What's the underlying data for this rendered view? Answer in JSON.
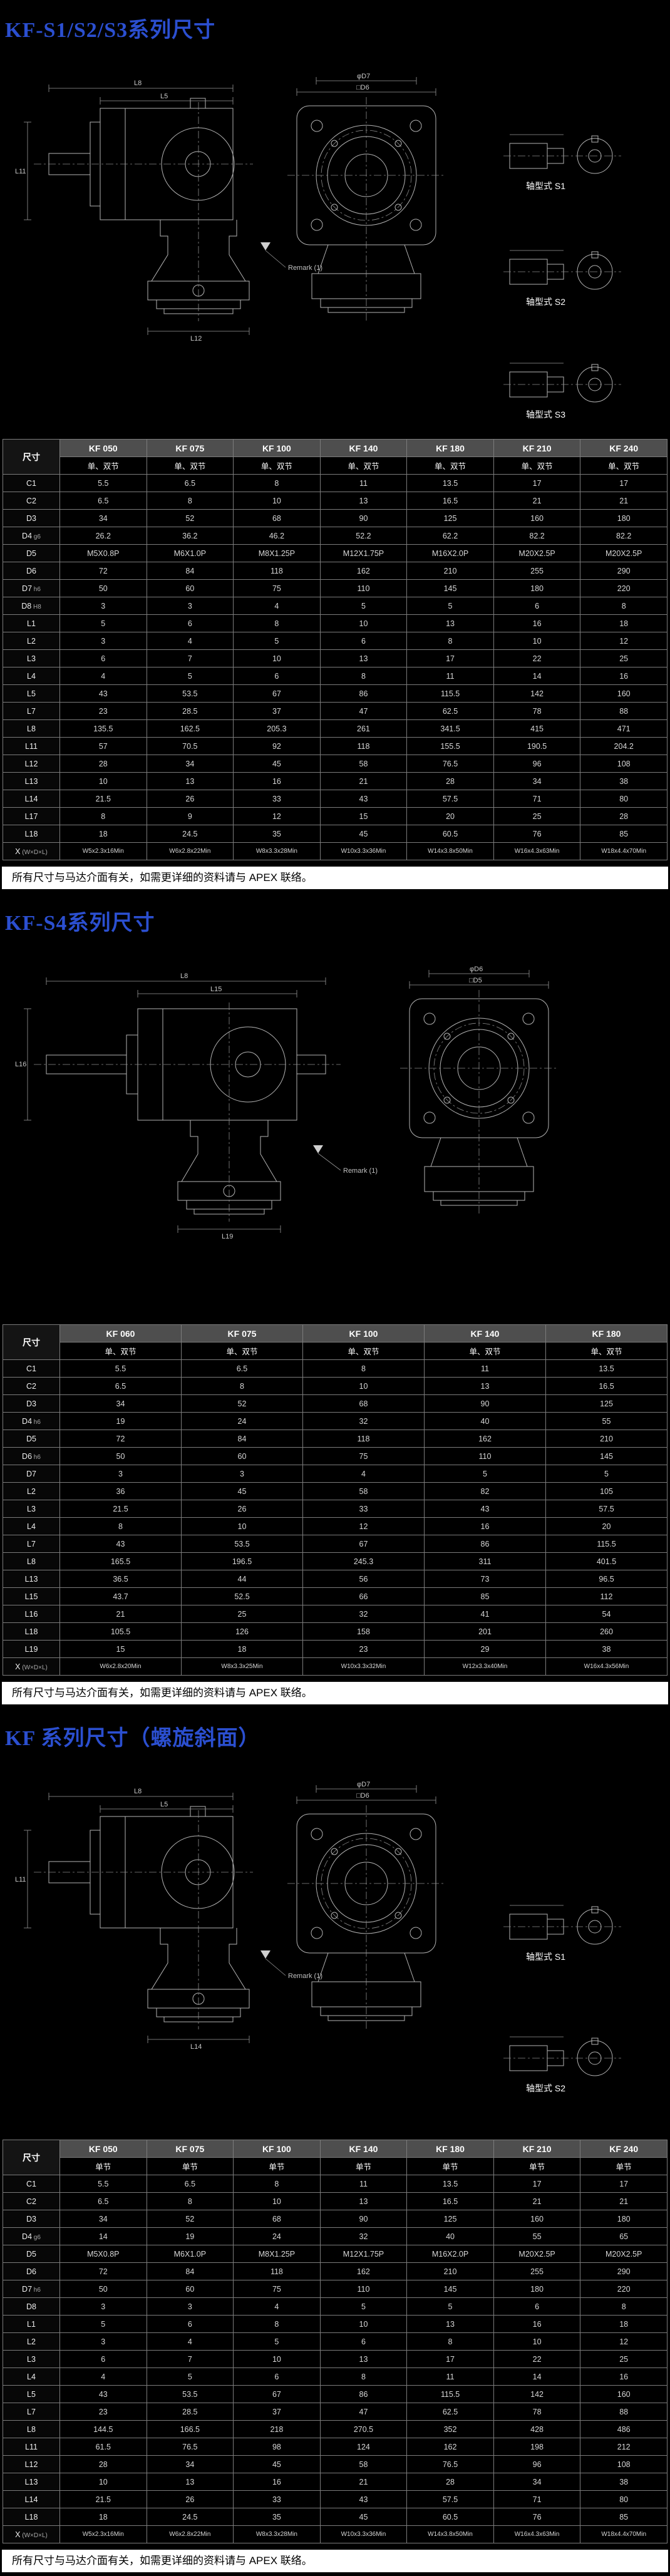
{
  "colors": {
    "page_bg": "#000000",
    "title_blue": "#2b4fd0",
    "note_bg": "#ffffff"
  },
  "sections": [
    {
      "title": "KF-S1/S2/S3系列尺寸",
      "note": "所有尺寸与马达介面有关，如需更详细的资料请与 APEX 联络。",
      "drawing": {
        "remark": "Remark (1)",
        "shaft_types": [
          "轴型式 S1",
          "轴型式 S2",
          "轴型式 S3"
        ],
        "dim_labels": [
          "L8",
          "L5",
          "L11",
          "L12",
          "□D6",
          "φD7"
        ]
      },
      "table": {
        "dim_header": "尺寸",
        "sub_header": "单、双节",
        "columns": [
          "KF 050",
          "KF 075",
          "KF 100",
          "KF 140",
          "KF 180",
          "KF 210",
          "KF 240"
        ],
        "rows": [
          {
            "label": "C1",
            "values": [
              "5.5",
              "6.5",
              "8",
              "11",
              "13.5",
              "17",
              "17"
            ]
          },
          {
            "label": "C2",
            "values": [
              "6.5",
              "8",
              "10",
              "13",
              "16.5",
              "21",
              "21"
            ]
          },
          {
            "label": "D3",
            "values": [
              "34",
              "52",
              "68",
              "90",
              "125",
              "160",
              "180"
            ]
          },
          {
            "label": "D4",
            "note": "g6",
            "values": [
              "26.2",
              "36.2",
              "46.2",
              "52.2",
              "62.2",
              "82.2",
              "82.2"
            ]
          },
          {
            "label": "D5",
            "values": [
              "M5X0.8P",
              "M6X1.0P",
              "M8X1.25P",
              "M12X1.75P",
              "M16X2.0P",
              "M20X2.5P",
              "M20X2.5P"
            ]
          },
          {
            "label": "D6",
            "values": [
              "72",
              "84",
              "118",
              "162",
              "210",
              "255",
              "290"
            ]
          },
          {
            "label": "D7",
            "note": "h6",
            "values": [
              "50",
              "60",
              "75",
              "110",
              "145",
              "180",
              "220"
            ]
          },
          {
            "label": "D8",
            "note": "H8",
            "values": [
              "3",
              "3",
              "4",
              "5",
              "5",
              "6",
              "8"
            ]
          },
          {
            "label": "L1",
            "values": [
              "5",
              "6",
              "8",
              "10",
              "13",
              "16",
              "18"
            ]
          },
          {
            "label": "L2",
            "values": [
              "3",
              "4",
              "5",
              "6",
              "8",
              "10",
              "12"
            ]
          },
          {
            "label": "L3",
            "values": [
              "6",
              "7",
              "10",
              "13",
              "17",
              "22",
              "25"
            ]
          },
          {
            "label": "L4",
            "values": [
              "4",
              "5",
              "6",
              "8",
              "11",
              "14",
              "16"
            ]
          },
          {
            "label": "L5",
            "values": [
              "43",
              "53.5",
              "67",
              "86",
              "115.5",
              "142",
              "160"
            ]
          },
          {
            "label": "L7",
            "values": [
              "23",
              "28.5",
              "37",
              "47",
              "62.5",
              "78",
              "88"
            ]
          },
          {
            "label": "L8",
            "values": [
              "135.5",
              "162.5",
              "205.3",
              "261",
              "341.5",
              "415",
              "471"
            ]
          },
          {
            "label": "L11",
            "values": [
              "57",
              "70.5",
              "92",
              "118",
              "155.5",
              "190.5",
              "204.2"
            ]
          },
          {
            "label": "L12",
            "values": [
              "28",
              "34",
              "45",
              "58",
              "76.5",
              "96",
              "108"
            ]
          },
          {
            "label": "L13",
            "values": [
              "10",
              "13",
              "16",
              "21",
              "28",
              "34",
              "38"
            ]
          },
          {
            "label": "L14",
            "values": [
              "21.5",
              "26",
              "33",
              "43",
              "57.5",
              "71",
              "80"
            ]
          },
          {
            "label": "L17",
            "values": [
              "8",
              "9",
              "12",
              "15",
              "20",
              "25",
              "28"
            ]
          },
          {
            "label": "L18",
            "values": [
              "18",
              "24.5",
              "35",
              "45",
              "60.5",
              "76",
              "85"
            ]
          },
          {
            "label": "X",
            "note": "(W×D×L)",
            "values": [
              "W5x2.3x16Min",
              "W6x2.8x22Min",
              "W8x3.3x28Min",
              "W10x3.3x36Min",
              "W14x3.8x50Min",
              "W16x4.3x63Min",
              "W18x4.4x70Min"
            ]
          }
        ]
      }
    },
    {
      "title": "KF-S4系列尺寸",
      "note": "所有尺寸与马达介面有关，如需更详细的资料请与 APEX 联络。",
      "drawing": {
        "remark": "Remark (1)",
        "shaft_types": [],
        "dim_labels": [
          "L8",
          "L15",
          "L16",
          "L19",
          "□D5",
          "φD6"
        ]
      },
      "table": {
        "dim_header": "尺寸",
        "sub_header": "单、双节",
        "columns": [
          "KF 060",
          "KF 075",
          "KF 100",
          "KF 140",
          "KF 180"
        ],
        "rows": [
          {
            "label": "C1",
            "values": [
              "5.5",
              "6.5",
              "8",
              "11",
              "13.5"
            ]
          },
          {
            "label": "C2",
            "values": [
              "6.5",
              "8",
              "10",
              "13",
              "16.5"
            ]
          },
          {
            "label": "D3",
            "values": [
              "34",
              "52",
              "68",
              "90",
              "125"
            ]
          },
          {
            "label": "D4",
            "note": "h6",
            "values": [
              "19",
              "24",
              "32",
              "40",
              "55"
            ]
          },
          {
            "label": "D5",
            "values": [
              "72",
              "84",
              "118",
              "162",
              "210"
            ]
          },
          {
            "label": "D6",
            "note": "h6",
            "values": [
              "50",
              "60",
              "75",
              "110",
              "145"
            ]
          },
          {
            "label": "D7",
            "values": [
              "3",
              "3",
              "4",
              "5",
              "5"
            ]
          },
          {
            "label": "L2",
            "values": [
              "36",
              "45",
              "58",
              "82",
              "105"
            ]
          },
          {
            "label": "L3",
            "values": [
              "21.5",
              "26",
              "33",
              "43",
              "57.5"
            ]
          },
          {
            "label": "L4",
            "values": [
              "8",
              "10",
              "12",
              "16",
              "20"
            ]
          },
          {
            "label": "L7",
            "values": [
              "43",
              "53.5",
              "67",
              "86",
              "115.5"
            ]
          },
          {
            "label": "L8",
            "values": [
              "165.5",
              "196.5",
              "245.3",
              "311",
              "401.5"
            ]
          },
          {
            "label": "L13",
            "values": [
              "36.5",
              "44",
              "56",
              "73",
              "96.5"
            ]
          },
          {
            "label": "L15",
            "values": [
              "43.7",
              "52.5",
              "66",
              "85",
              "112"
            ]
          },
          {
            "label": "L16",
            "values": [
              "21",
              "25",
              "32",
              "41",
              "54"
            ]
          },
          {
            "label": "L18",
            "values": [
              "105.5",
              "126",
              "158",
              "201",
              "260"
            ]
          },
          {
            "label": "L19",
            "values": [
              "15",
              "18",
              "23",
              "29",
              "38"
            ]
          },
          {
            "label": "X",
            "note": "(W×D×L)",
            "values": [
              "W6x2.8x20Min",
              "W8x3.3x25Min",
              "W10x3.3x32Min",
              "W12x3.3x40Min",
              "W16x4.3x56Min"
            ]
          }
        ]
      }
    },
    {
      "title": "KF 系列尺寸（螺旋斜面）",
      "note": "所有尺寸与马达介面有关，如需更详细的资料请与 APEX 联络。",
      "drawing": {
        "remark": "Remark (1)",
        "shaft_types": [
          "轴型式 S1",
          "轴型式 S2"
        ],
        "dim_labels": [
          "L8",
          "L5",
          "L11",
          "L14",
          "□D6",
          "φD7"
        ]
      },
      "table": {
        "dim_header": "尺寸",
        "sub_header": "单节",
        "columns": [
          "KF 050",
          "KF 075",
          "KF 100",
          "KF 140",
          "KF 180",
          "KF 210",
          "KF 240"
        ],
        "rows": [
          {
            "label": "C1",
            "values": [
              "5.5",
              "6.5",
              "8",
              "11",
              "13.5",
              "17",
              "17"
            ]
          },
          {
            "label": "C2",
            "values": [
              "6.5",
              "8",
              "10",
              "13",
              "16.5",
              "21",
              "21"
            ]
          },
          {
            "label": "D3",
            "values": [
              "34",
              "52",
              "68",
              "90",
              "125",
              "160",
              "180"
            ]
          },
          {
            "label": "D4",
            "note": "g6",
            "values": [
              "14",
              "19",
              "24",
              "32",
              "40",
              "55",
              "65"
            ]
          },
          {
            "label": "D5",
            "values": [
              "M5X0.8P",
              "M6X1.0P",
              "M8X1.25P",
              "M12X1.75P",
              "M16X2.0P",
              "M20X2.5P",
              "M20X2.5P"
            ]
          },
          {
            "label": "D6",
            "values": [
              "72",
              "84",
              "118",
              "162",
              "210",
              "255",
              "290"
            ]
          },
          {
            "label": "D7",
            "note": "h6",
            "values": [
              "50",
              "60",
              "75",
              "110",
              "145",
              "180",
              "220"
            ]
          },
          {
            "label": "D8",
            "values": [
              "3",
              "3",
              "4",
              "5",
              "5",
              "6",
              "8"
            ]
          },
          {
            "label": "L1",
            "values": [
              "5",
              "6",
              "8",
              "10",
              "13",
              "16",
              "18"
            ]
          },
          {
            "label": "L2",
            "values": [
              "3",
              "4",
              "5",
              "6",
              "8",
              "10",
              "12"
            ]
          },
          {
            "label": "L3",
            "values": [
              "6",
              "7",
              "10",
              "13",
              "17",
              "22",
              "25"
            ]
          },
          {
            "label": "L4",
            "values": [
              "4",
              "5",
              "6",
              "8",
              "11",
              "14",
              "16"
            ]
          },
          {
            "label": "L5",
            "values": [
              "43",
              "53.5",
              "67",
              "86",
              "115.5",
              "142",
              "160"
            ]
          },
          {
            "label": "L7",
            "values": [
              "23",
              "28.5",
              "37",
              "47",
              "62.5",
              "78",
              "88"
            ]
          },
          {
            "label": "L8",
            "values": [
              "144.5",
              "166.5",
              "218",
              "270.5",
              "352",
              "428",
              "486"
            ]
          },
          {
            "label": "L11",
            "values": [
              "61.5",
              "76.5",
              "98",
              "124",
              "162",
              "198",
              "212"
            ]
          },
          {
            "label": "L12",
            "values": [
              "28",
              "34",
              "45",
              "58",
              "76.5",
              "96",
              "108"
            ]
          },
          {
            "label": "L13",
            "values": [
              "10",
              "13",
              "16",
              "21",
              "28",
              "34",
              "38"
            ]
          },
          {
            "label": "L14",
            "values": [
              "21.5",
              "26",
              "33",
              "43",
              "57.5",
              "71",
              "80"
            ]
          },
          {
            "label": "L18",
            "values": [
              "18",
              "24.5",
              "35",
              "45",
              "60.5",
              "76",
              "85"
            ]
          },
          {
            "label": "X",
            "note": "(W×D×L)",
            "values": [
              "W5x2.3x16Min",
              "W6x2.8x22Min",
              "W8x3.3x28Min",
              "W10x3.3x36Min",
              "W14x3.8x50Min",
              "W16x4.3x63Min",
              "W18x4.4x70Min"
            ]
          }
        ]
      }
    }
  ]
}
